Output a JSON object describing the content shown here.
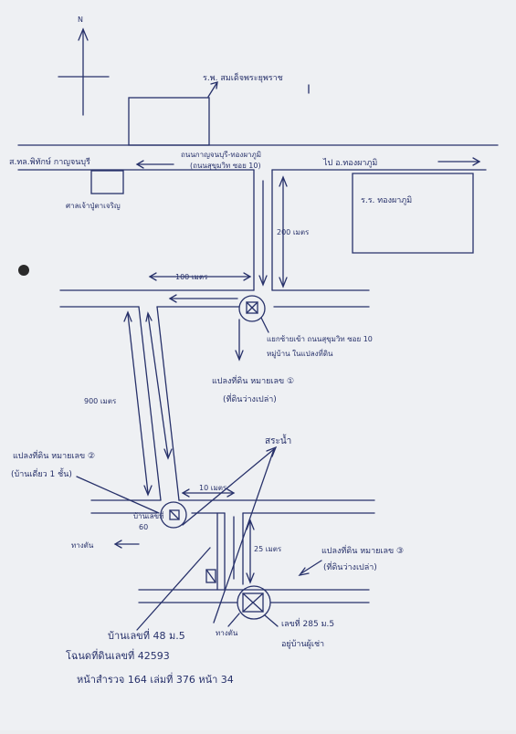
{
  "sketch": {
    "top_landmark": "ร.พ. สมเด็จพระยุพราช",
    "road_name_left": "ส.ทล.พิทักษ์ กาญจนบุรี",
    "road_name_mid_line1": "ถนนกาญจนบุรี-ทองผาภูมิ",
    "road_name_mid_line2": "(ถนนสุขุมวิท ซอย 10)",
    "road_name_right": "ไป อ.ทองผาภูมิ",
    "left_building": "ศาลเจ้าปู่ตาเจริญ",
    "right_building": "ร.ร. ทองผาภูมิ",
    "dist_200": "200 เมตร",
    "dist_100": "100 เมตร",
    "dist_900": "900 เมตร",
    "dist_10": "10 เมตร",
    "dist_25": "25 เมตร",
    "marker_top_line1": "แยกซ้ายเข้า ถนนสุขุมวิท ซอย 10",
    "marker_top_line2": "หมู่บ้าน ในแปลงที่ดิน",
    "label_parcel_1_top": "แปลงที่ดิน หมายเลข ①",
    "label_parcel_1_top_sub": "(ที่ดินว่างเปล่า)",
    "label_parcel_2_left": "แปลงที่ดิน หมายเลข ②",
    "label_parcel_2_left_sub": "(บ้านเดี่ยว 1 ชั้น)",
    "label_north_point": "สระน้ำ",
    "marker_mid_line1": "บ้านเลขที่",
    "marker_mid_line2": "60",
    "label_west_arrow": "ทางตัน",
    "label_parcel_3": "แปลงที่ดิน หมายเลข ③",
    "label_parcel_3_sub": "(ที่ดินว่างเปล่า)",
    "label_bottom_mid": "ทางตัน",
    "label_bottom_right_line1": "เลขที่ 285 ม.5",
    "label_bottom_right_line2": "อยู่บ้านผู้เช่า",
    "label_bottom_left_line1": "บ้านเลขที่ 48 ม.5",
    "label_bottom_left_line2": "โฉนดที่ดินเลขที่ 42593",
    "label_bottom_left_line3": "หน้าสำรวจ 164 เล่มที่ 376 หน้า 34",
    "north_label": "N"
  },
  "colors": {
    "ink": "#27316a",
    "paper": "#eef0f3"
  }
}
